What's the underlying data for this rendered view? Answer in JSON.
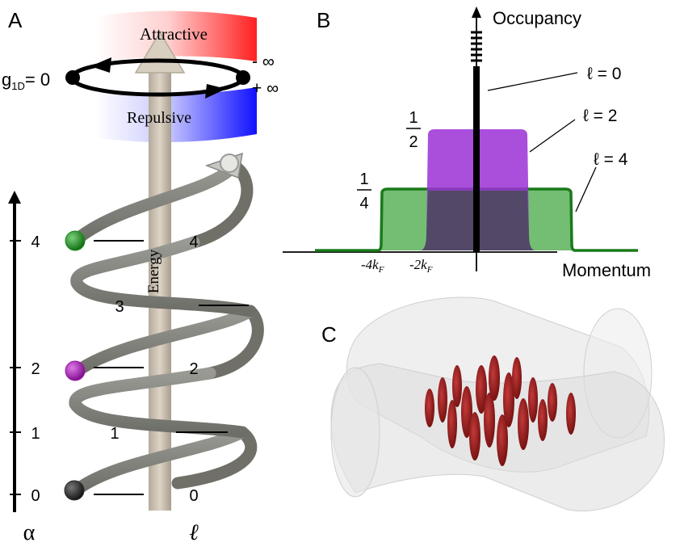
{
  "panels": {
    "a": {
      "letter": "A",
      "attractive": "Attractive",
      "repulsive": "Repulsive",
      "g1d": "g",
      "g1d_sub": "1D",
      "g1d_val": "= 0",
      "minus_inf": "- ∞",
      "plus_inf": "+ ∞",
      "energy": "Energy",
      "alpha_label": "α",
      "ell_label": "ℓ",
      "alpha_ticks": [
        "0",
        "1",
        "2",
        "4"
      ],
      "ell_levels": [
        "0",
        "1",
        "2",
        "3",
        "4"
      ],
      "state_colors": {
        "ground": "#2b2b2b",
        "l2": "#9b19a6",
        "l4": "#1e8a1e"
      }
    },
    "b": {
      "letter": "B",
      "ylabel": "Occupancy",
      "xlabel": "Momentum",
      "ticks": {
        "m4": "-4k",
        "m2": "-2k",
        "sub": "F"
      },
      "half_num": "1",
      "half_den": "2",
      "quarter_num": "1",
      "quarter_den": "4",
      "labels": {
        "l0": "ℓ = 0",
        "l2": "ℓ = 2",
        "l4": "ℓ = 4"
      },
      "colors": {
        "l2_fill": "#9b30d6",
        "l4_fill": "#5bb35b",
        "l4_edge": "#1a7a1a"
      }
    },
    "c": {
      "letter": "C"
    }
  }
}
